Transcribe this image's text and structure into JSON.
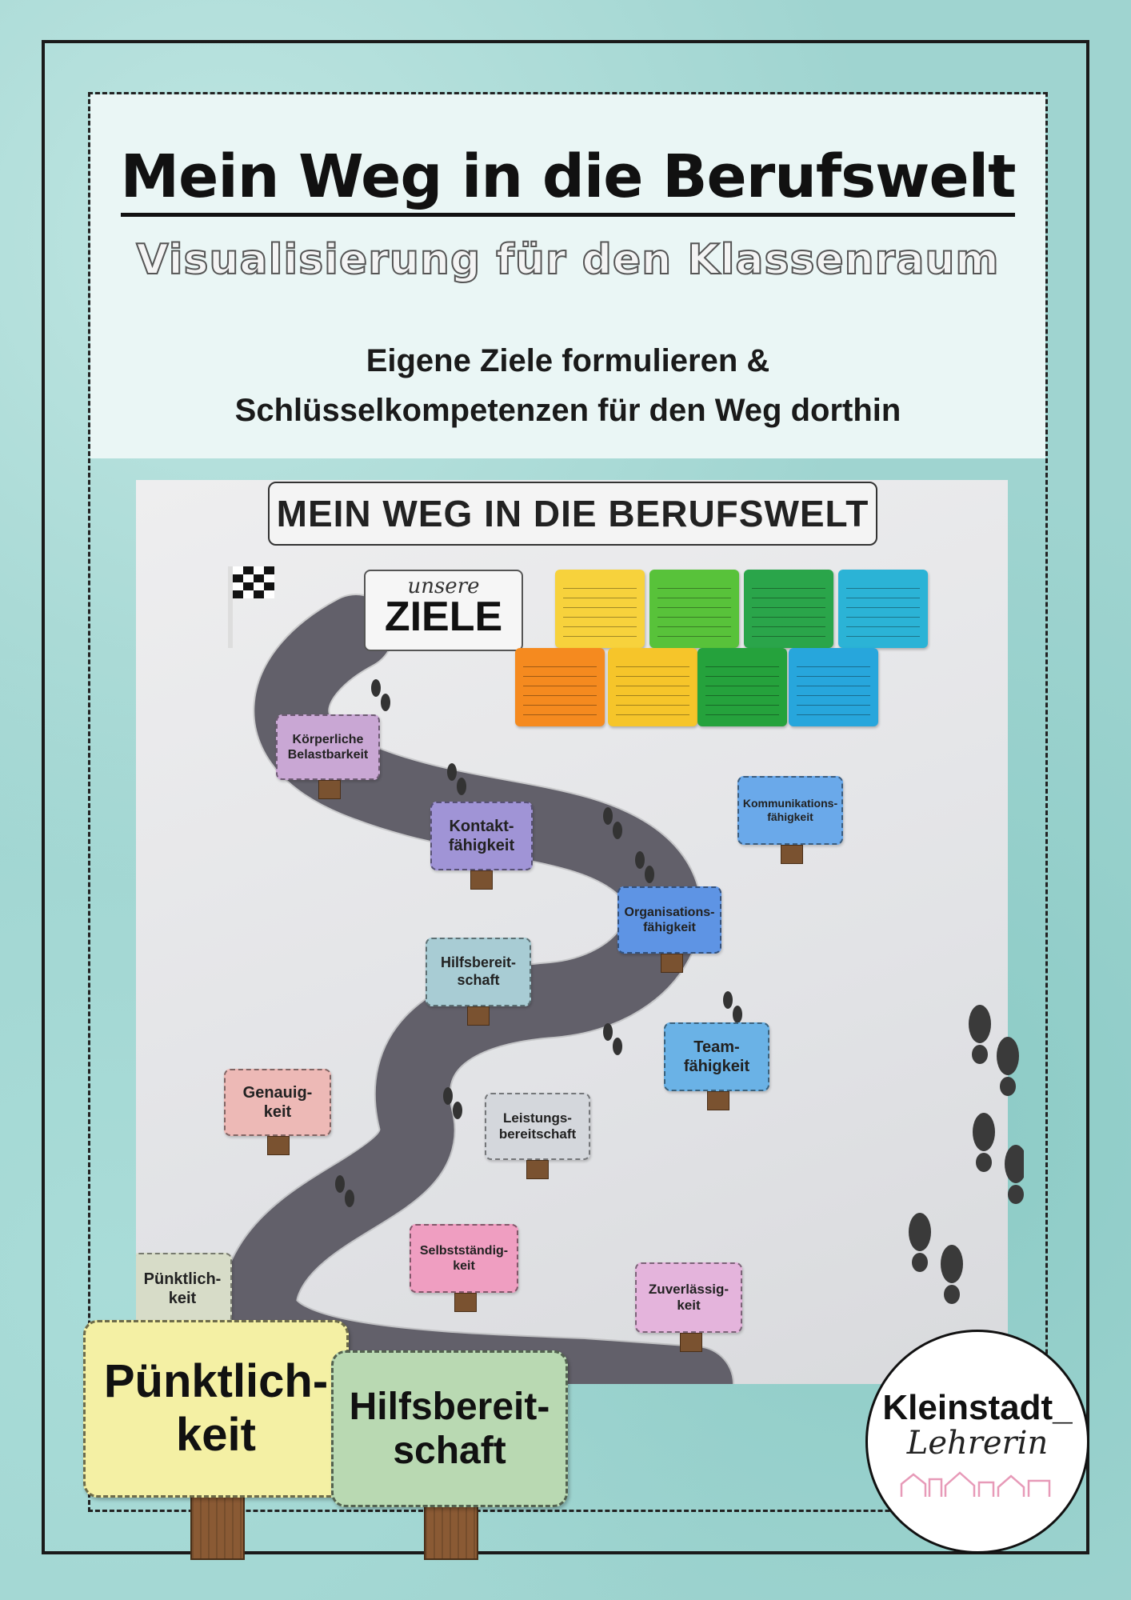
{
  "header": {
    "title": "Mein Weg in die Berufswelt",
    "subtitle": "Visualisierung für den Klassenraum",
    "lead_line_1": "Eigene Ziele formulieren &",
    "lead_line_2": "Schlüsselkompetenzen für den Weg dorthin"
  },
  "photo": {
    "banner": "MEIN WEG IN DIE BERUFSWELT",
    "ziele_small": "unsere",
    "ziele_big": "ZIELE",
    "signs": {
      "koerperliche": "Körperliche\nBelastbarkeit",
      "kontakt": "Kontakt-\nfähigkeit",
      "kommunikation": "Kommunikations-\nfähigkeit",
      "organisation": "Organisations-\nfähigkeit",
      "hilfsbereitschaft": "Hilfsbereit-\nschaft",
      "team": "Team-\nfähigkeit",
      "genauigkeit": "Genauig-\nkeit",
      "leistung": "Leistungs-\nbereitschaft",
      "selbststaendigkeit": "Selbstständig-\nkeit",
      "zuverlaessigkeit": "Zuverlässig-\nkeit",
      "puenktlichkeit": "Pünktlich-\nkeit"
    },
    "note_colors": [
      "#f7d23c",
      "#58c23a",
      "#2aa54a",
      "#2bb3d6",
      "#f58a1f",
      "#f6c52a",
      "#25a23c",
      "#27a6dc"
    ]
  },
  "foreground": {
    "sign_left": "Pünktlich-\nkeit",
    "sign_right": "Hilfsbereit-\nschaft"
  },
  "logo": {
    "top": "Kleinstadt_",
    "bottom": "Lehrerin"
  }
}
